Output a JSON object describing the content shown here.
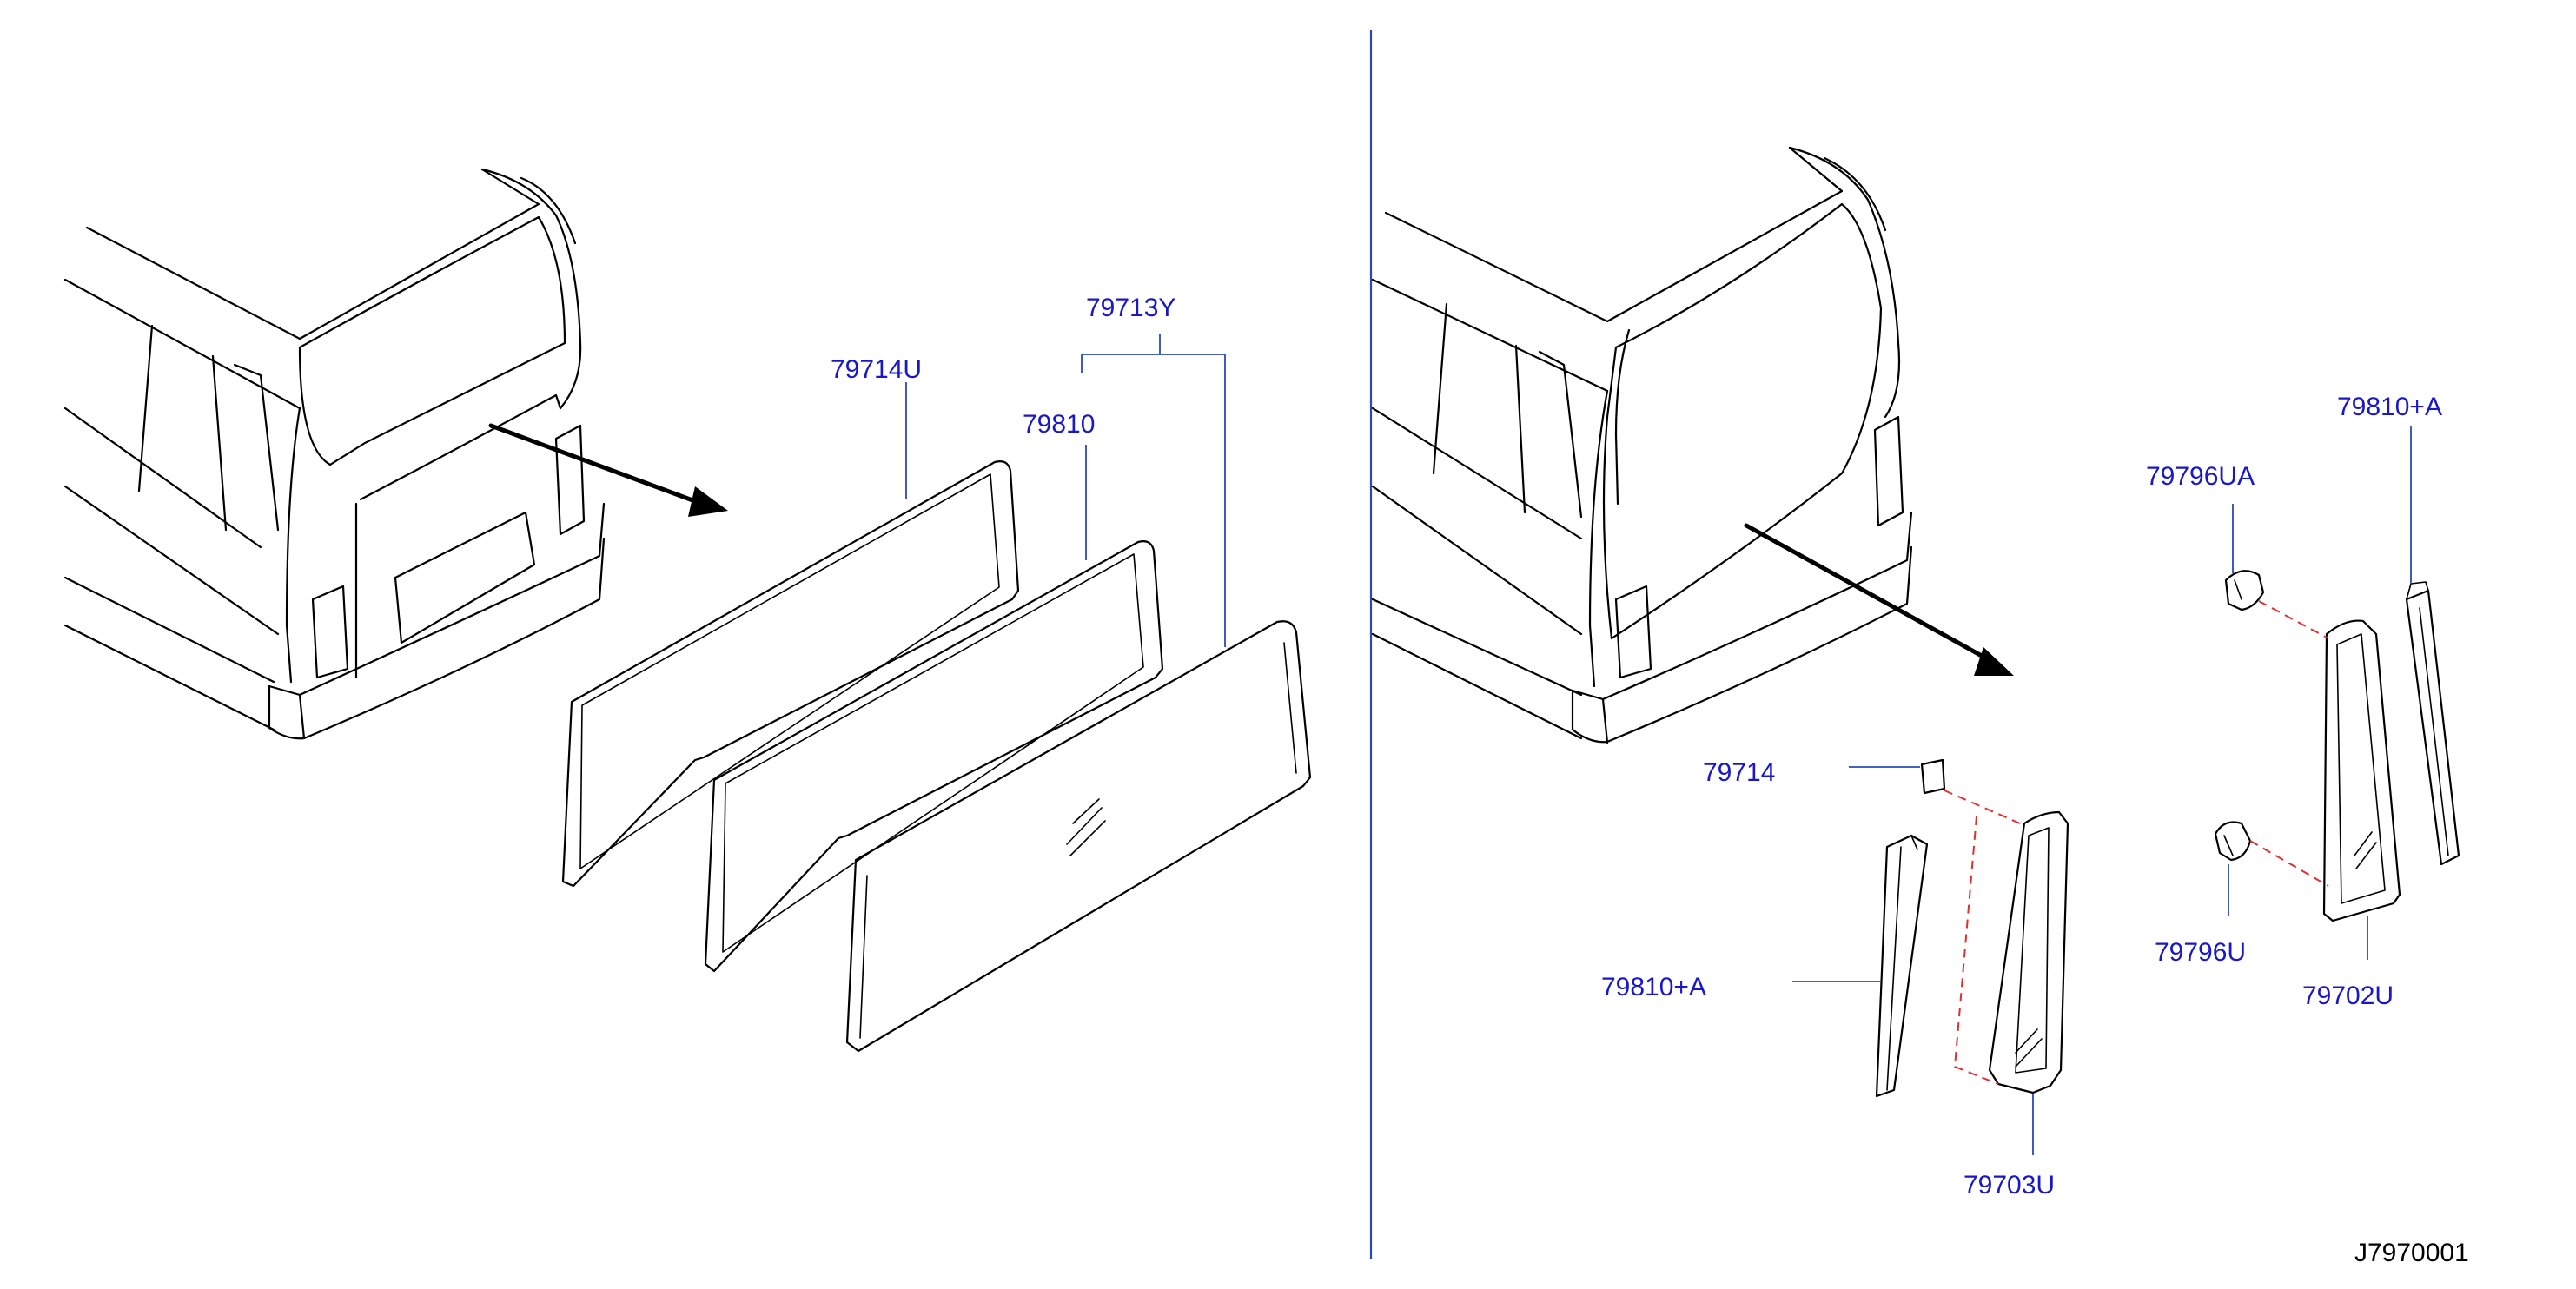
{
  "labels": {
    "p79713Y": "79713Y",
    "p79714U": "79714U",
    "p79810": "79810",
    "p79810A_top": "79810+A",
    "p79796UA": "79796UA",
    "p79714": "79714",
    "p79796U": "79796U",
    "p79810A_left": "79810+A",
    "p79702U": "79702U",
    "p79703U": "79703U"
  },
  "diagram_code": "J7970001",
  "colors": {
    "label": "#1818c8",
    "leader": "#2a4ab8",
    "dash": "#e03030",
    "ink": "#000000"
  }
}
